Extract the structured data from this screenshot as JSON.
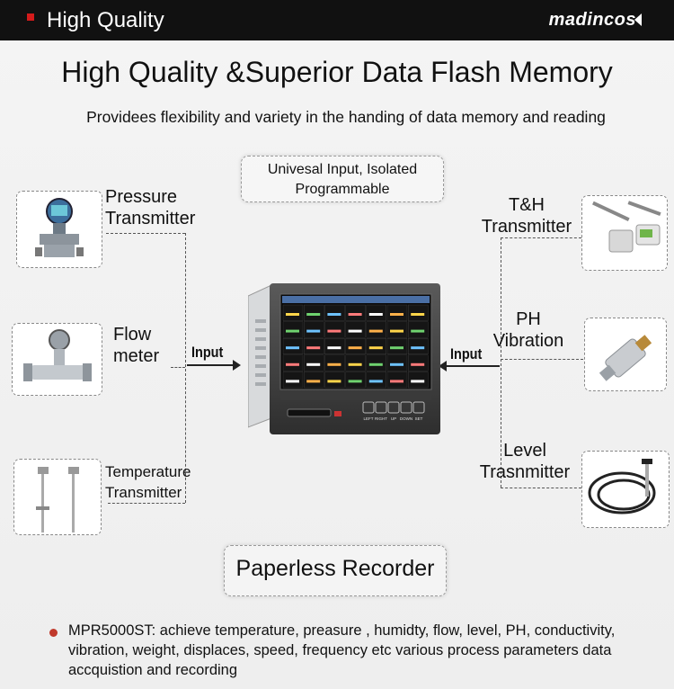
{
  "header": {
    "title": "High Quality",
    "brand": "madincos"
  },
  "headline": "High Quality &Superior Data Flash Memory",
  "subline": "Providees flexibility and variety in the handing of data memory and reading",
  "universal_box": {
    "line1": "Univesal Input, Isolated",
    "line2": "Programmable"
  },
  "inputs": {
    "left_label": "Input",
    "right_label": "Input"
  },
  "left_devices": [
    {
      "line1": "Pressure",
      "line2": "Transmitter"
    },
    {
      "line1": "Flow",
      "line2": "meter"
    },
    {
      "line1": "Temperature",
      "line2": "Transmitter"
    }
  ],
  "right_devices": [
    {
      "line1": "T&H",
      "line2": "Transmitter"
    },
    {
      "line1": "PH",
      "line2": "Vibration"
    },
    {
      "line1": "Level",
      "line2": "Trasnmitter"
    }
  ],
  "recorder": {
    "buttons": [
      "LEFT",
      "RIGHT",
      "UP",
      "DOWN",
      "SET"
    ]
  },
  "paperless_label": "Paperless Recorder",
  "bullet": "MPR5000ST:  achieve temperature, preasure , humidty, flow, level, PH, conductivity, vibration, weight, displaces, speed, frequency etc various process parameters data accquistion and recording",
  "colors": {
    "header_bg": "#111111",
    "accent_red": "#d41b1b",
    "bullet_red": "#c0392b"
  }
}
